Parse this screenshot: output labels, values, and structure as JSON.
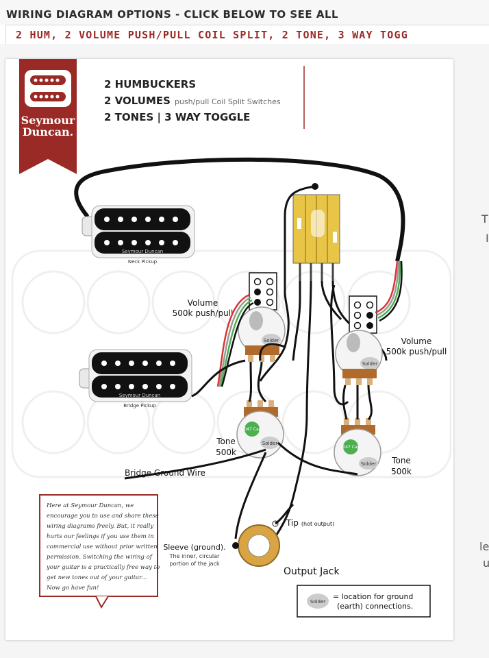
{
  "page": {
    "title": "WIRING DIAGRAM OPTIONS - CLICK BELOW TO SEE ALL",
    "subtitle": "2 HUM, 2 VOLUME PUSH/PULL COIL SPLIT, 2 TONE, 3 WAY TOGG",
    "side_fragments": [
      "T",
      "I",
      "le",
      "u"
    ]
  },
  "brand": {
    "line1": "Seymour",
    "line2": "Duncan."
  },
  "diagram": {
    "header": {
      "line1": "2 HUMBUCKERS",
      "line2_bold": "2 VOLUMES",
      "line2_small": "push/pull Coil Split Switches",
      "line3": "2 TONES | 3 WAY TOGGLE"
    },
    "pickups": {
      "neck_label": "Neck Pickup",
      "bridge_label": "Bridge Pickup",
      "brand": "Seymour Duncan"
    },
    "pots": {
      "volume_neck": {
        "line1": "Volume",
        "line2": "500k push/pull"
      },
      "volume_bridge": {
        "line1": "Volume",
        "line2": "500k push/pull"
      },
      "tone_neck": {
        "line1": "Tone",
        "line2": "500k"
      },
      "tone_bridge": {
        "line1": "Tone",
        "line2": "500k"
      },
      "solder": "Solder",
      "cap_label": ".047 Cap"
    },
    "bridge_ground": "Bridge Ground Wire",
    "jack": {
      "tip": "Tip",
      "tip_note": "(hot output)",
      "sleeve": "Sleeve (ground).",
      "sleeve_note1": "The inner, circular",
      "sleeve_note2": "portion of the jack",
      "label": "Output Jack"
    },
    "note": [
      "Here at Seymour Duncan, we",
      "encourage you to use and share these",
      "wiring diagrams freely. But, it really",
      "hurts our feelings if you use them in",
      "commercial use without prior written",
      "permission. Switching the wiring of",
      "your guitar is a practically free way to",
      "get new tones out of your guitar...",
      "Now go have fun!"
    ],
    "legend": {
      "solder": "Solder",
      "line1": "= location for ground",
      "line2": "(earth) connections."
    }
  },
  "colors": {
    "accent": "#9a2a26",
    "wire": "#111111",
    "toggle": "#e8c547",
    "pot": "#b06a2c",
    "cap": "#4caf50"
  }
}
